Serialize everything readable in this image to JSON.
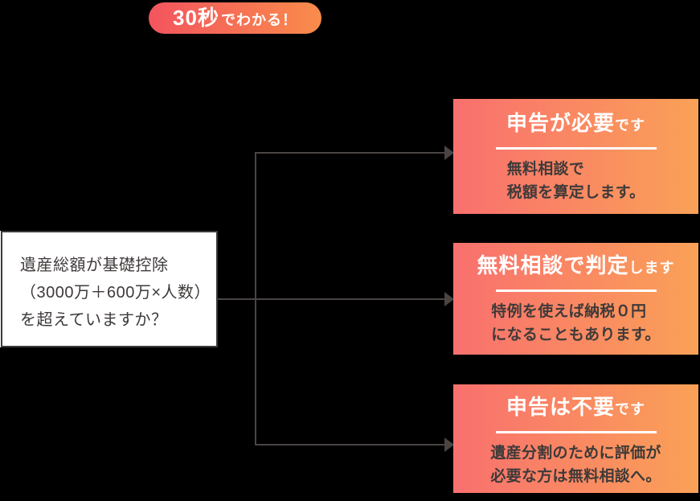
{
  "badge": {
    "label_big": "30秒",
    "label_small": "でわかる！"
  },
  "question_box": {
    "lines": [
      "遺産総額が基礎控除",
      "（3000万＋600万×人数）",
      "を超えていますか？"
    ]
  },
  "result_boxes": [
    {
      "title_main": "申告が必要",
      "title_suffix": "です",
      "body_lines": [
        "無料相談で",
        "税額を算定します。"
      ]
    },
    {
      "title_main": "無料相談で判定",
      "title_suffix": "します",
      "body_lines": [
        "特例を使えば納税０円",
        "になることもあります。"
      ]
    },
    {
      "title_main": "申告は不要",
      "title_suffix": "です",
      "body_lines": [
        "遺産分割のために評価が",
        "必要な方は無料相談へ。"
      ]
    }
  ],
  "colors": {
    "background": "#000000",
    "badge_gradient_start": "#f3545e",
    "badge_gradient_end": "#f98c4b",
    "result_box_gradient_start": "#f9706e",
    "result_box_gradient_end": "#faa157",
    "connector_line": "#4a4443",
    "question_box_background": "#ffffff",
    "question_box_border": "#3e3a39",
    "dark_text": "#3e3a39",
    "title_text": "#ffffff"
  }
}
